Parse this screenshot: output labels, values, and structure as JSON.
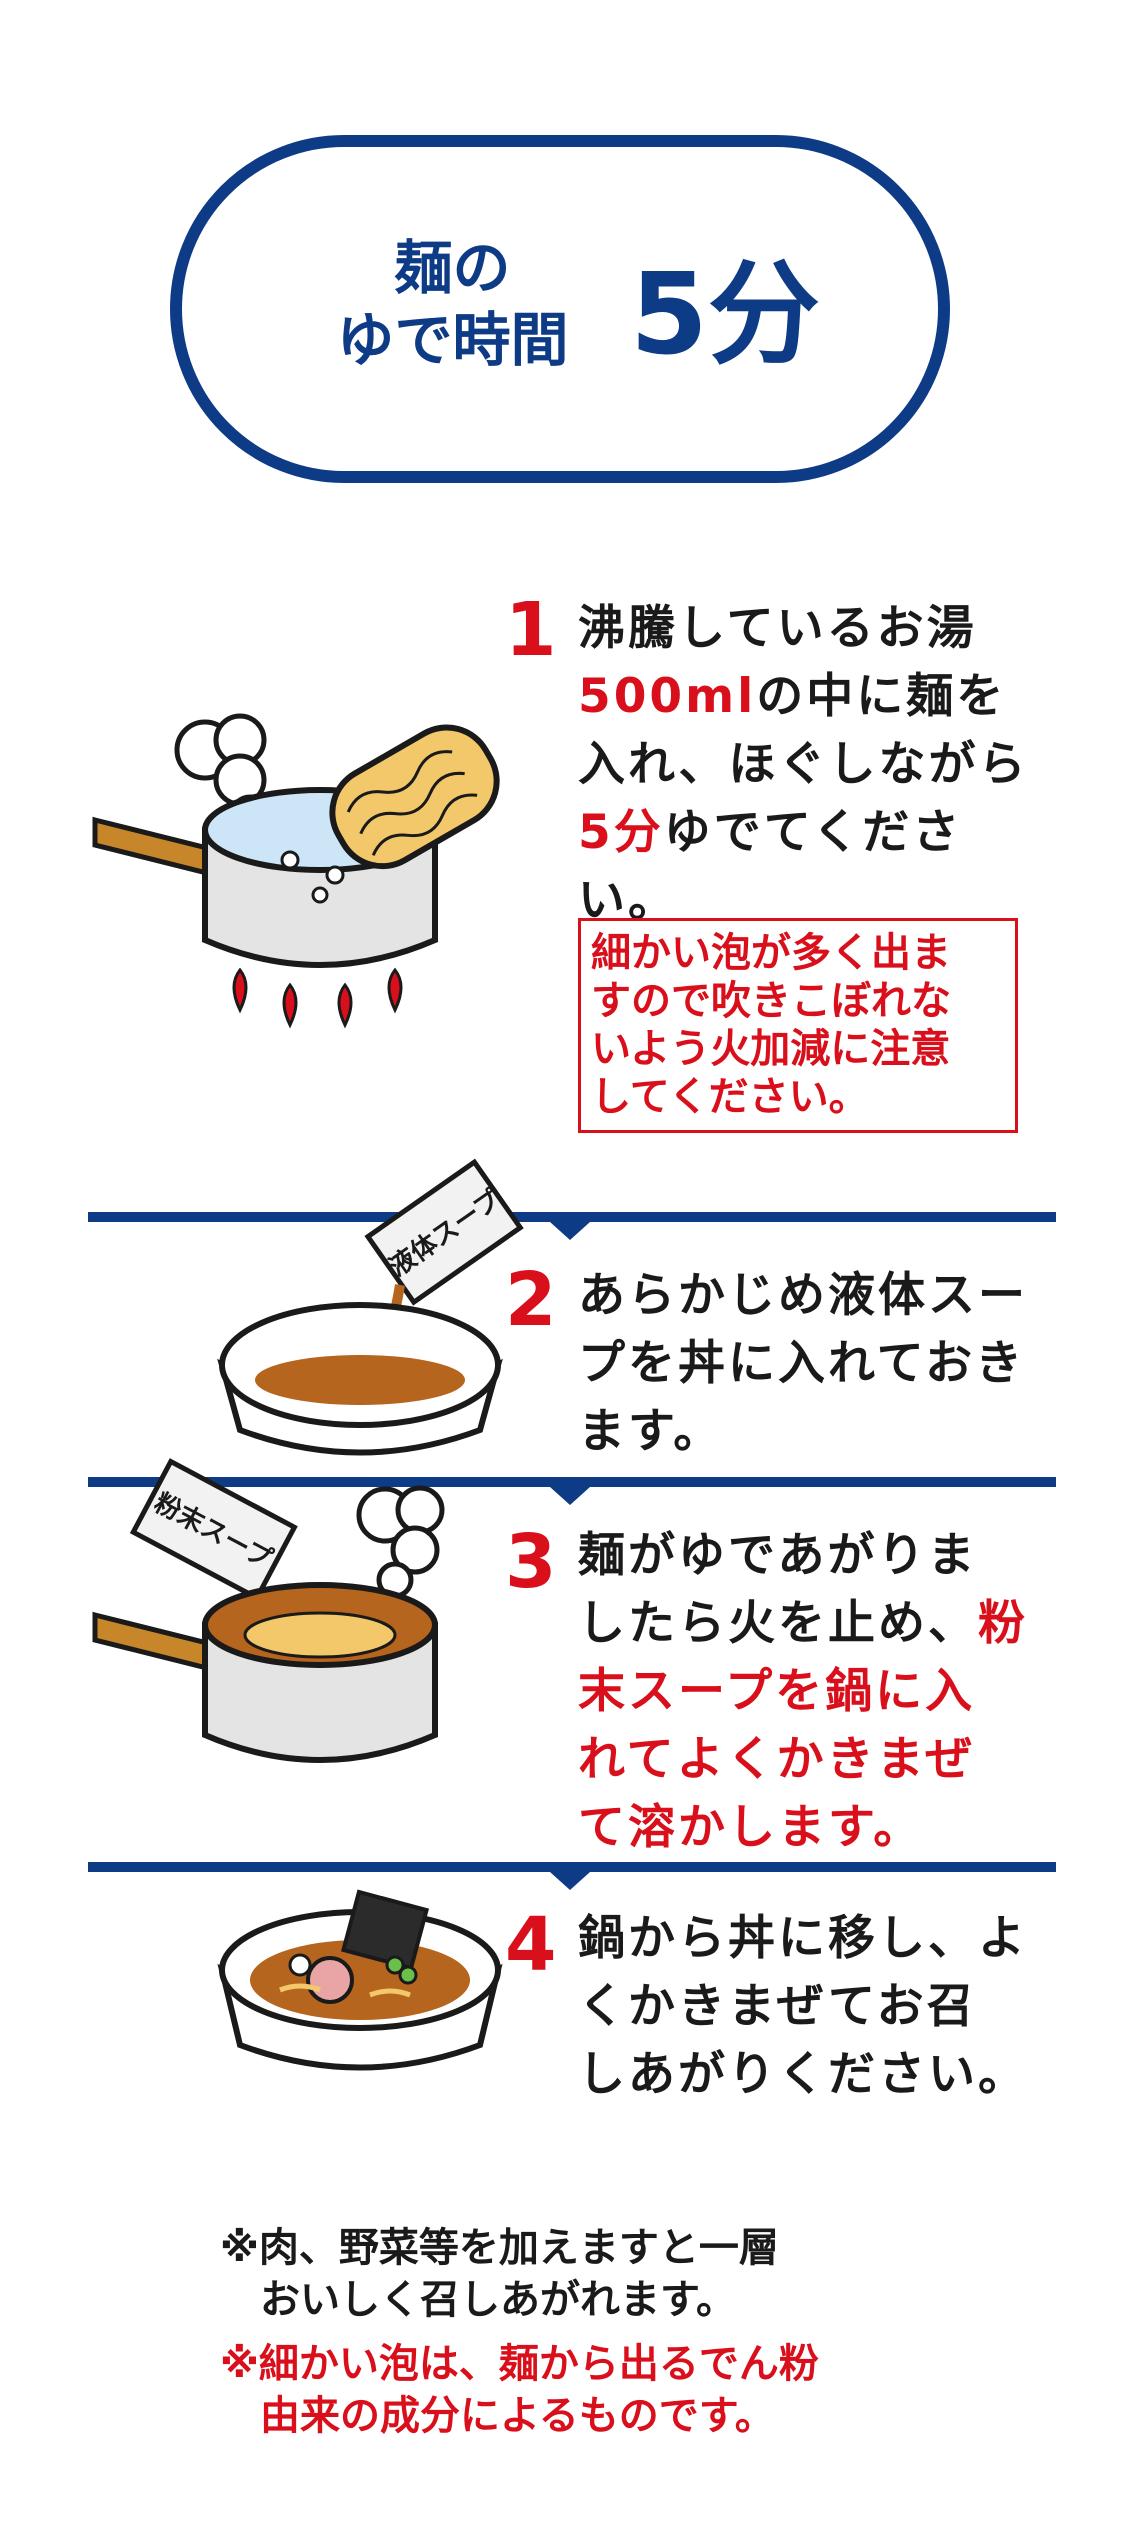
{
  "header": {
    "label_line1": "麺の",
    "label_line2": "ゆで時間",
    "time": "5分"
  },
  "steps": [
    {
      "number": "1",
      "lines": [
        [
          {
            "t": "沸騰しているお湯",
            "red": false
          }
        ],
        [
          {
            "t": "500ml",
            "red": true
          },
          {
            "t": "の中に麺を",
            "red": false
          }
        ],
        [
          {
            "t": "入れ、ほぐしながら",
            "red": false
          }
        ],
        [
          {
            "t": "5分",
            "red": true
          },
          {
            "t": "ゆでてくださ",
            "red": false
          }
        ],
        [
          {
            "t": "い。",
            "red": false
          }
        ]
      ],
      "warning": [
        "細かい泡が多く出ま",
        "すので吹きこぼれな",
        "いよう火加減に注意",
        "してください。"
      ]
    },
    {
      "number": "2",
      "lines": [
        [
          {
            "t": "あらかじめ液体スー",
            "red": false
          }
        ],
        [
          {
            "t": "プを丼に入れておき",
            "red": false
          }
        ],
        [
          {
            "t": "ます。",
            "red": false
          }
        ]
      ],
      "packet_label": "液体スープ"
    },
    {
      "number": "3",
      "lines": [
        [
          {
            "t": "麺がゆであがりま",
            "red": false
          }
        ],
        [
          {
            "t": "したら火を止め、",
            "red": false
          },
          {
            "t": "粉",
            "red": true
          }
        ],
        [
          {
            "t": "末スープを鍋に入",
            "red": true
          }
        ],
        [
          {
            "t": "れてよくかきまぜ",
            "red": true
          }
        ],
        [
          {
            "t": "て溶かします。",
            "red": true
          }
        ]
      ],
      "packet_label": "粉末スープ"
    },
    {
      "number": "4",
      "lines": [
        [
          {
            "t": "鍋から丼に移し、よ",
            "red": false
          }
        ],
        [
          {
            "t": "くかきまぜてお召",
            "red": false
          }
        ],
        [
          {
            "t": "しあがりください。",
            "red": false
          }
        ]
      ]
    }
  ],
  "notes": [
    {
      "red": false,
      "lines": [
        "※肉、野菜等を加えますと一層",
        "おいしく召しあがれます。"
      ]
    },
    {
      "red": true,
      "lines": [
        "※細かい泡は、麺から出るでん粉",
        "由来の成分によるものです。"
      ]
    }
  ],
  "colors": {
    "navy": "#0d3b85",
    "red": "#d9101b",
    "handle": "#c8862a",
    "water": "#cde6f7",
    "broth": "#b5651d"
  }
}
